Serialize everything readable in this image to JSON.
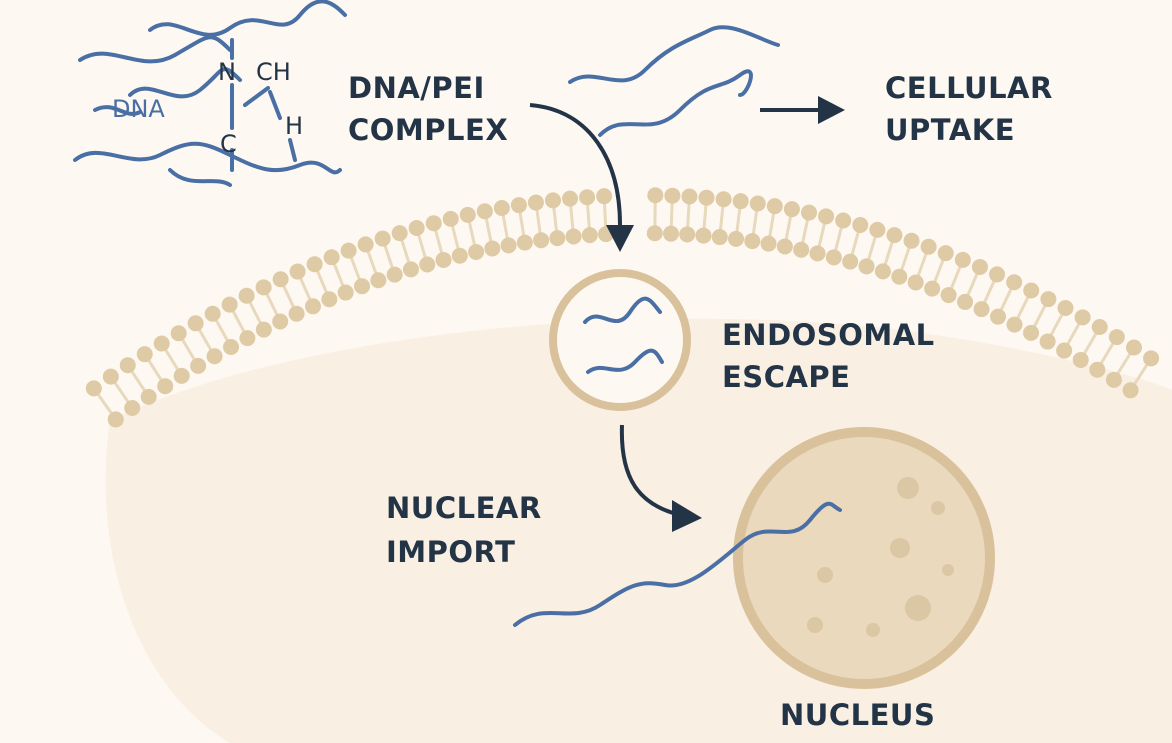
{
  "labels": {
    "complex_line1": "DNA/PEI",
    "complex_line2": "COMPLEX",
    "uptake_line1": "CELLULAR",
    "uptake_line2": "UPTAKE",
    "escape_line1": "ENDOSOMAL",
    "escape_line2": "ESCAPE",
    "import_line1": "NUCLEAR",
    "import_line2": "IMPORT",
    "nucleus": "NUCLEUS"
  },
  "chemistry": {
    "dna": "DNA",
    "n": "N",
    "ch": "CH",
    "h": "H",
    "c": "C"
  },
  "colors": {
    "background": "#fdf8f1",
    "cell_interior": "#f9efe2",
    "lipid": "#dfcaa6",
    "lipid_tail": "#e8d8bc",
    "dna_strand": "#4a6fa5",
    "arrow": "#243447",
    "text": "#243447",
    "endosome_ring": "#d9c19b",
    "nucleus_fill": "#ead9bd",
    "nucleus_ring": "#d9c19b"
  }
}
